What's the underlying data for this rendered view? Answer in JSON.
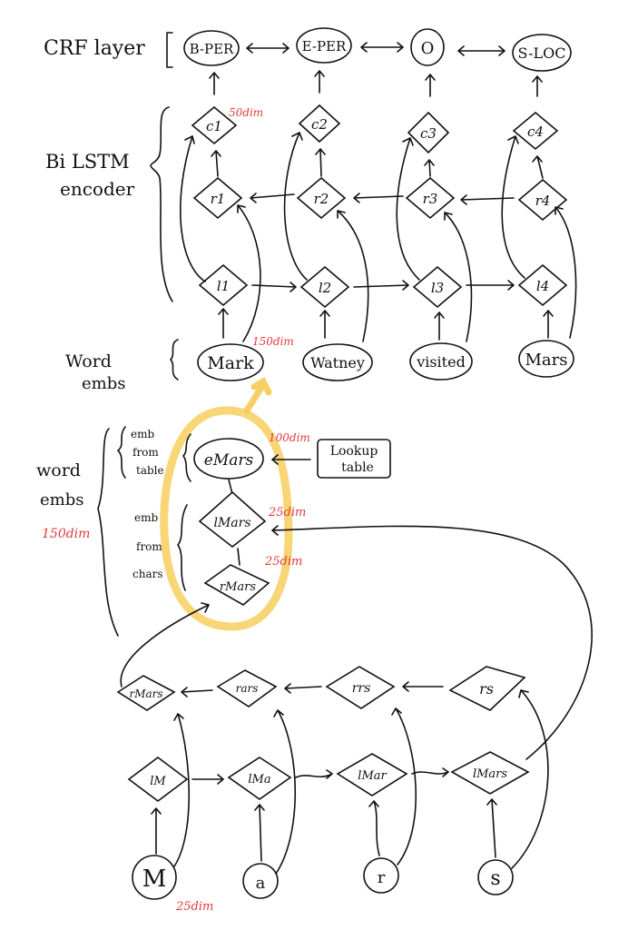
{
  "sections": {
    "crf": "CRF layer",
    "bilstm_1": "Bi LSTM",
    "bilstm_2": "encoder",
    "word_embs_top_1": "Word",
    "word_embs_top_2": "embs",
    "word_embs_mid_1": "word",
    "word_embs_mid_2": "embs",
    "word_embs_dim": "150dim",
    "emb_table_1": "emb",
    "emb_table_2": "from",
    "emb_table_3": "table",
    "emb_chars_1": "emb",
    "emb_chars_2": "from",
    "emb_chars_3": "chars"
  },
  "tags": [
    "B-PER",
    "E-PER",
    "O",
    "S-LOC"
  ],
  "c_nodes": [
    "c1",
    "c2",
    "c3",
    "c4"
  ],
  "r_nodes": [
    "r1",
    "r2",
    "r3",
    "r4"
  ],
  "l_nodes": [
    "l1",
    "l2",
    "l3",
    "l4"
  ],
  "words": [
    "Mark",
    "Watney",
    "visited",
    "Mars"
  ],
  "dims": {
    "c": "50dim",
    "word_emb": "150dim",
    "e_table": "100dim",
    "l_char": "25dim",
    "r_char": "25dim",
    "char_input": "25dim"
  },
  "e_node": "eMars",
  "lookup_1": "Lookup",
  "lookup_2": "table",
  "l_mars": "lMars",
  "r_mars": "rMars",
  "char_r": [
    "rMars",
    "rars",
    "rrs",
    "rs"
  ],
  "char_l": [
    "lM",
    "lMa",
    "lMar",
    "lMars"
  ],
  "chars": [
    "M",
    "a",
    "r",
    "s"
  ],
  "colors": {
    "ink": "#111111",
    "annotation": "#e23a3a",
    "highlight": "#f5c84a"
  }
}
